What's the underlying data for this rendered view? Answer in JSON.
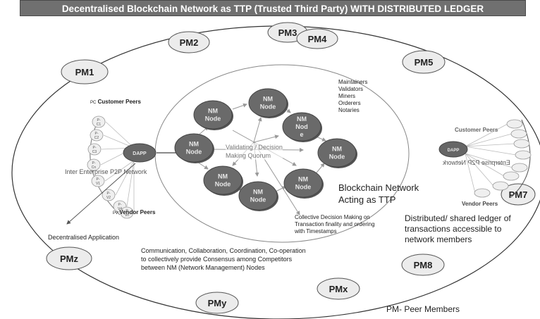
{
  "title": "Decentralised Blockchain Network as TTP (Trusted Third Party) WITH DISTRIBUTED LEDGER",
  "peer_members": [
    "PM1",
    "PM2",
    "PM3",
    "PM4",
    "PM5",
    "PM7",
    "PM8",
    "PMx",
    "PMy",
    "PMz"
  ],
  "nm_node_label": [
    "NM",
    "Node"
  ],
  "nm_node_split_label": [
    "NM",
    "Nod",
    "e"
  ],
  "roles": [
    "Maintainers",
    "Validators",
    "Miners",
    "Orderers",
    "Notaries"
  ],
  "quorum_label": [
    "Validating / Decision",
    "Making Quorum"
  ],
  "blockchain_label": [
    "Blockchain Network",
    "Acting as TTP"
  ],
  "collective_label": [
    "Collective Decision Making on",
    "Transaction finality and ordering",
    "with Timestamps"
  ],
  "left_network": {
    "customer_peers": "Customer Peers",
    "customer_prefix": "PC",
    "vendor_peers": "Vendor Peers",
    "vendor_prefix": "Pv",
    "dapp": "DAPP",
    "network_label": "Inter Enterprise P2P Network",
    "peers": [
      [
        "P-",
        "C1"
      ],
      [
        "P-",
        "C2"
      ],
      [
        "P-",
        "C3"
      ],
      [
        "P-",
        "Cn"
      ],
      [
        "P-",
        "V1"
      ],
      [
        "P-",
        "V2"
      ],
      [
        "P-",
        "V4"
      ],
      [
        "P",
        "Vn"
      ]
    ]
  },
  "right_network": {
    "customer_peers": "Customer Peers",
    "vendor_peers": "Vendor Peers",
    "dapp": "DAPP",
    "network_label": "Enterprise P2P Network"
  },
  "dapp_caption": "Decentralised Application",
  "ledger_label": [
    "Distributed/ shared ledger of",
    "transactions accessible to",
    "network members"
  ],
  "communication_label": [
    "Communication, Collaboration, Coordination, Co-operation",
    "to collectively provide Consensus among Competitors",
    "between NM (Network Management) Nodes"
  ],
  "legend": "PM- Peer Members"
}
